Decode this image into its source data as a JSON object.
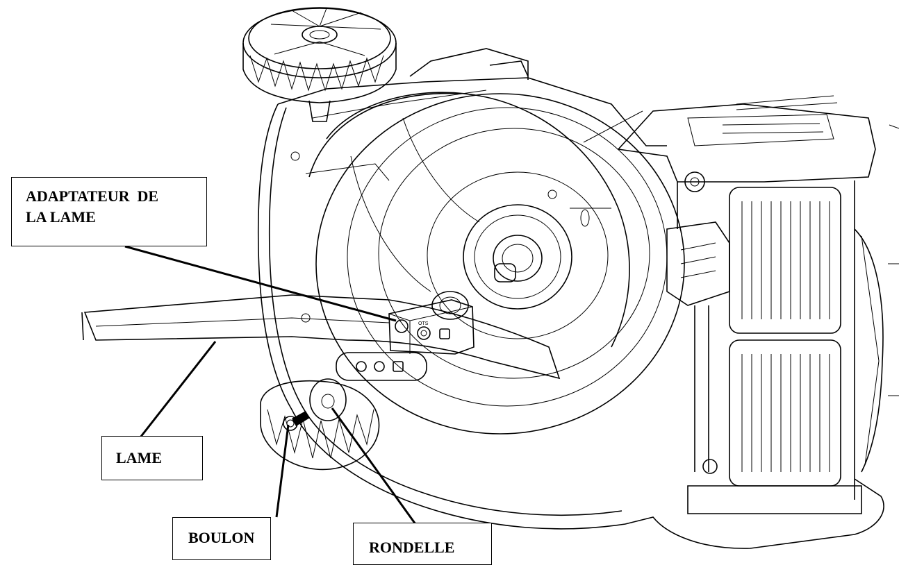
{
  "labels": {
    "adaptateur_line1": "ADAPTATEUR  DE",
    "adaptateur_line2": "LA LAME",
    "lame": "LAME",
    "boulon": "BOULON",
    "rondelle": "RONDELLE"
  },
  "wheel_hub_text": "OTS"
}
